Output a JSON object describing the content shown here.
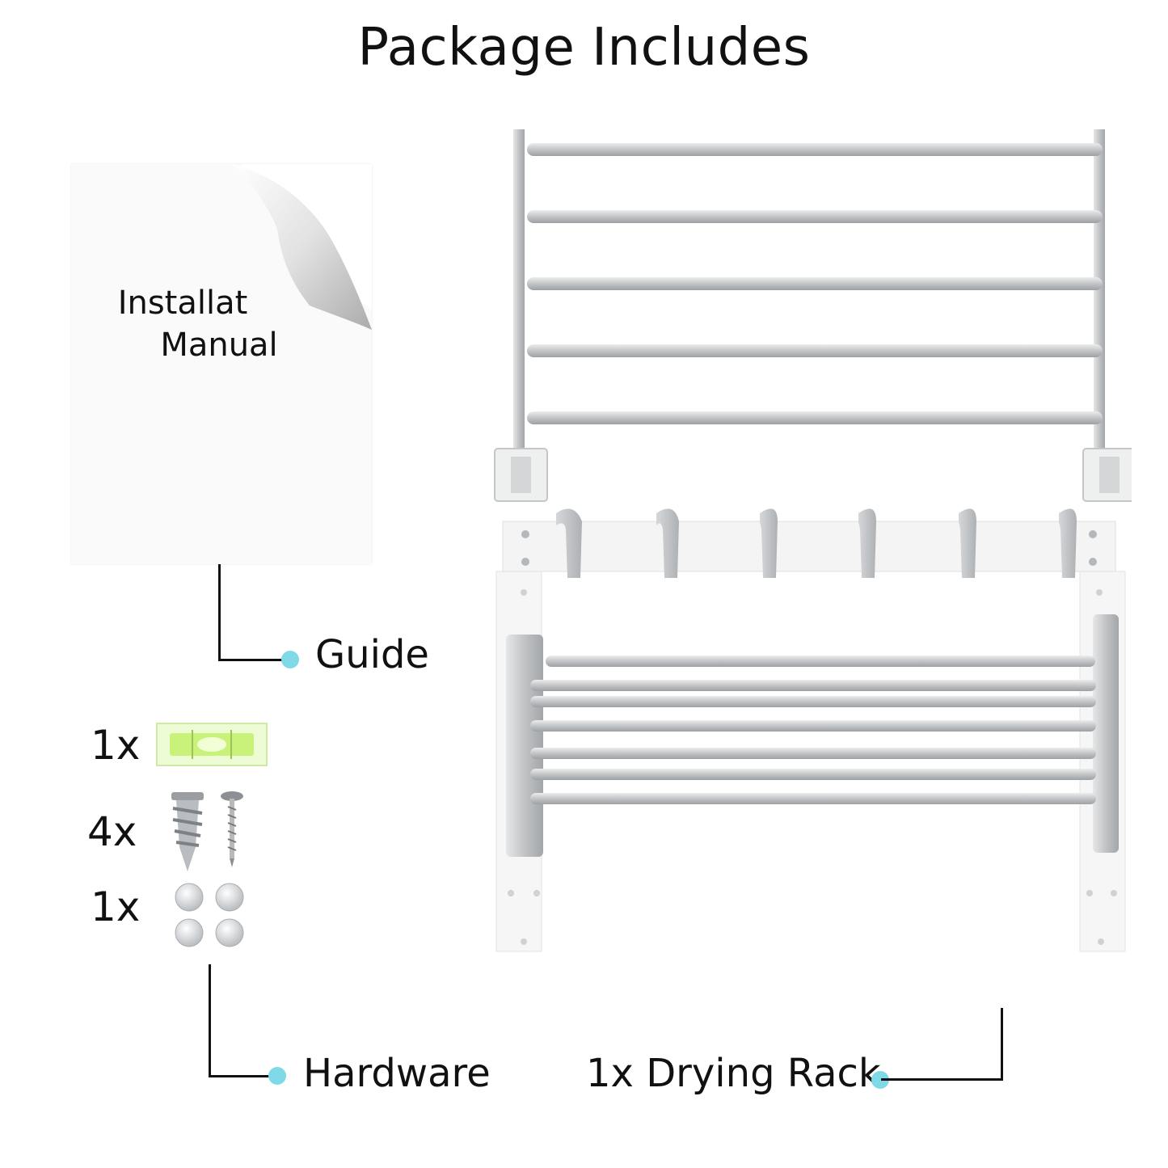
{
  "title": "Package Includes",
  "manual": {
    "line1": "Installat",
    "line2": "Manual"
  },
  "labels": {
    "guide": "Guide",
    "hardware": "Hardware",
    "rack": "1x Drying Rack"
  },
  "hardware_items": [
    {
      "qty": "1x",
      "icon": "bubble-level-icon"
    },
    {
      "qty": "4x",
      "icon": "wall-anchor-and-screw-icon"
    },
    {
      "qty": "1x",
      "icon": "screw-caps-icon"
    }
  ],
  "colors": {
    "dot": "#7fd9e6",
    "metal": "#c9cbcd",
    "level": "#c8f27a"
  }
}
